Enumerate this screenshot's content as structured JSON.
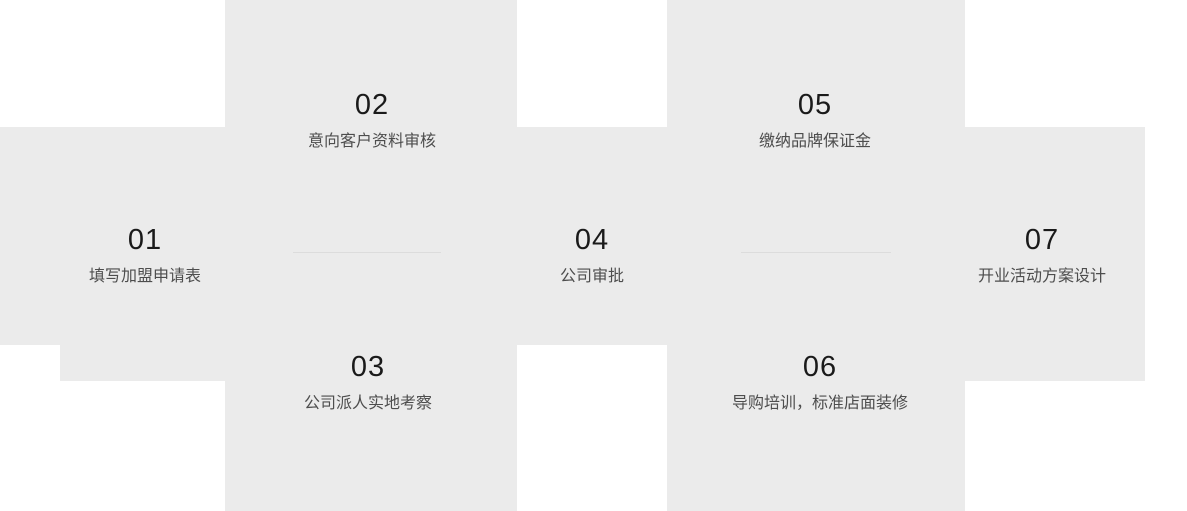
{
  "page": {
    "background_color": "#ffffff",
    "block_color": "#ebebeb",
    "divider_color": "#dcdcdc",
    "number_color": "#1a1a1a",
    "label_color": "#4d4d4d"
  },
  "steps": [
    {
      "number": "01",
      "label": "填写加盟申请表"
    },
    {
      "number": "02",
      "label": "意向客户资料审核"
    },
    {
      "number": "03",
      "label": "公司派人实地考察"
    },
    {
      "number": "04",
      "label": "公司审批"
    },
    {
      "number": "05",
      "label": "缴纳品牌保证金"
    },
    {
      "number": "06",
      "label": "导购培训，标准店面装修"
    },
    {
      "number": "07",
      "label": "开业活动方案设计"
    }
  ]
}
